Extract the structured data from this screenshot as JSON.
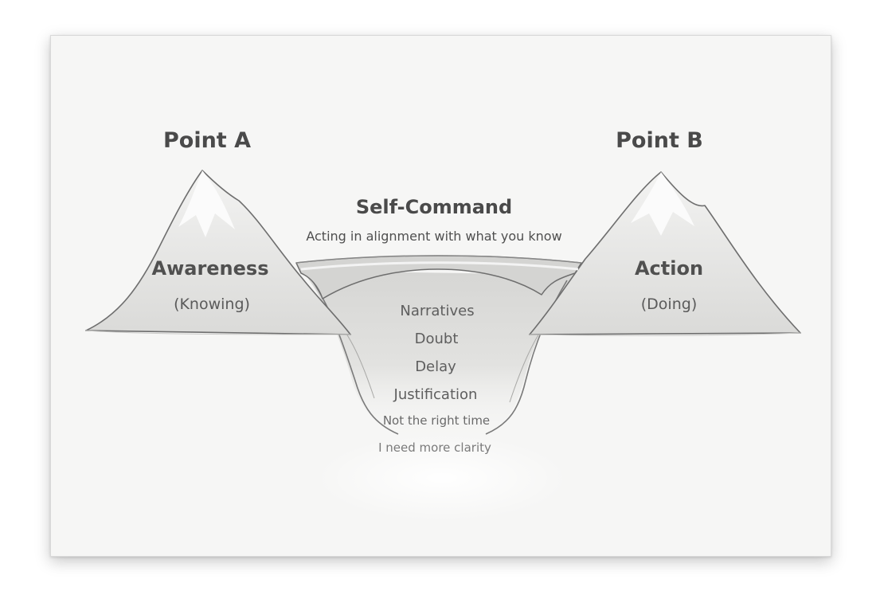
{
  "point_a": {
    "title": "Point A",
    "label": "Awareness",
    "sub": "(Knowing)"
  },
  "point_b": {
    "title": "Point B",
    "label": "Action",
    "sub": "(Doing)"
  },
  "bridge": {
    "title": "Self-Command",
    "subtitle": "Acting in alignment with what you know"
  },
  "gap_items": [
    "Narratives",
    "Doubt",
    "Delay",
    "Justification",
    "Not the right time",
    "I need more clarity"
  ],
  "colors": {
    "card_background": "#f6f6f5",
    "mountain_fill": "#e4e4e2",
    "mountain_outline": "#6e6e6e",
    "text": "#4a4a4a"
  }
}
